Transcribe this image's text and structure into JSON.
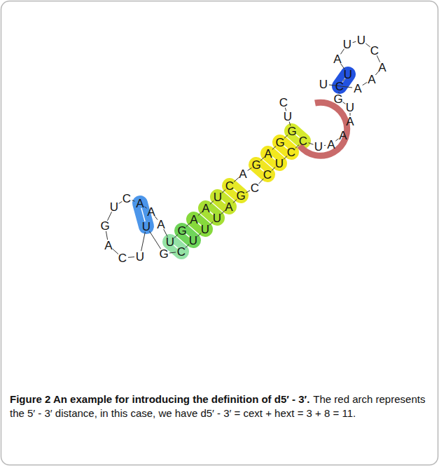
{
  "diagram": {
    "title": "Figure 2 An example for introducing the definition of d5′ - 3′.",
    "caption": "The red arch represents the 5′ - 3′ distance, in this case, we have d5′ - 3′ = cext + hext = 3 + 8 = 11.",
    "labels": [
      "C",
      "U",
      "G",
      "G",
      "A",
      "G",
      "A",
      "C",
      "U",
      "A",
      "A",
      "G",
      "U",
      "A",
      "A",
      "A",
      "C",
      "U",
      "G",
      "A",
      "C",
      "U",
      "U",
      "G",
      "C",
      "U",
      "U",
      "U",
      "A",
      "G",
      "C",
      "C",
      "U",
      "C",
      "C",
      "U",
      "A",
      "A",
      "A",
      "U",
      "G",
      "C",
      "U",
      "A",
      "U",
      "U",
      "C",
      "A",
      "A",
      "A",
      "U"
    ]
  }
}
